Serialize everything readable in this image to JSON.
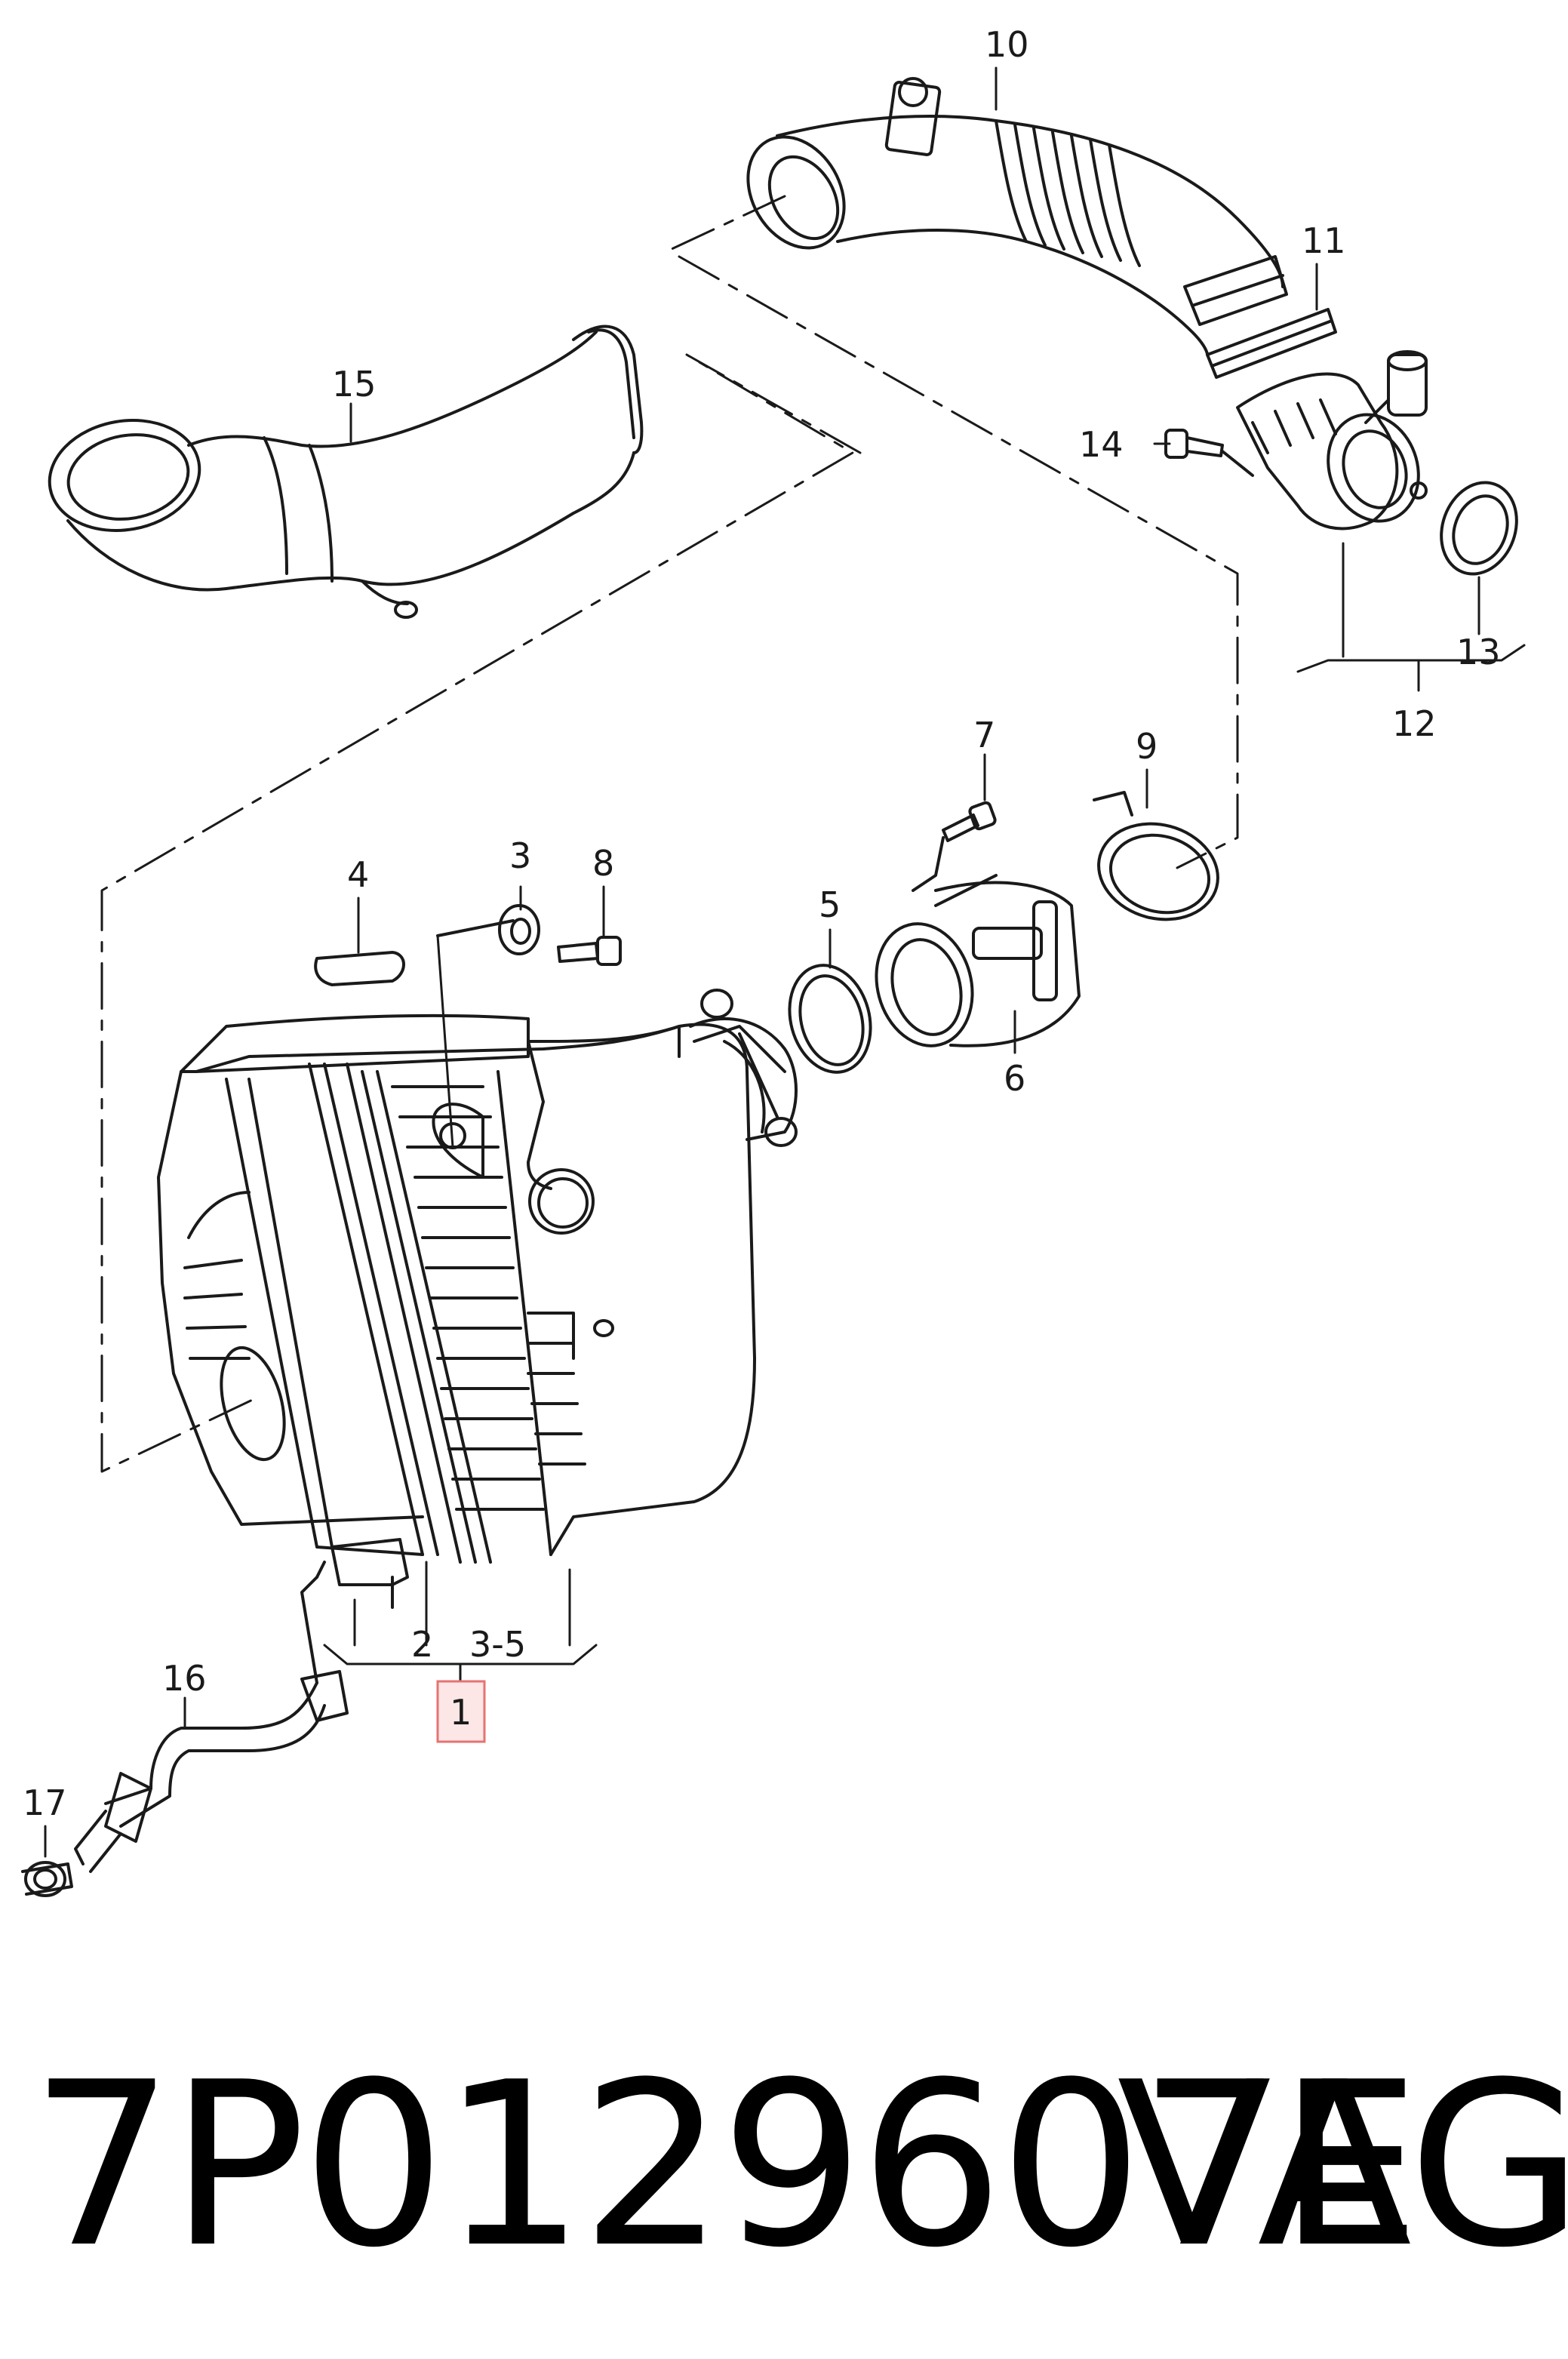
{
  "callouts": {
    "c1": "1",
    "c2": "2",
    "c3_5": "3-5",
    "c3": "3",
    "c4": "4",
    "c5": "5",
    "c6": "6",
    "c7": "7",
    "c8": "8",
    "c9": "9",
    "c10": "10",
    "c11": "11",
    "c12": "12",
    "c13": "13",
    "c14": "14",
    "c15": "15",
    "c16": "16",
    "c17": "17"
  },
  "footer": {
    "part_number": "7P0129607E",
    "brand": "VAG"
  },
  "colors": {
    "line": "#1a1a1a",
    "highlight_fill": "#fde6e6",
    "highlight_stroke": "#e57373"
  },
  "highlighted_callout": "1"
}
